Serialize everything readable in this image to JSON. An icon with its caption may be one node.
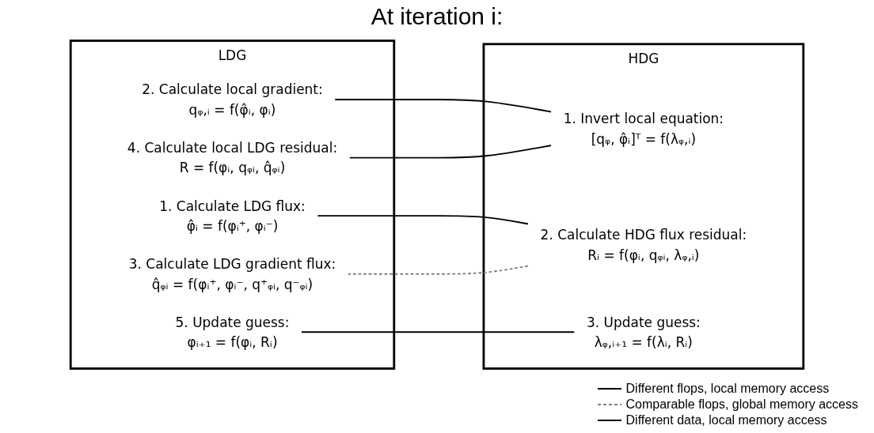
{
  "diagram": {
    "title": "At iteration i:",
    "nodes": [
      {
        "text": [
          "LDG"
        ]
      },
      {
        "text": [
          "1. Calculate LDG flux:",
          "φ̂ᵢ = f(φᵢ⁺, φᵢ⁻)"
        ],
        "in": 0
      },
      {
        "text": [
          "2. Calculate local gradient:",
          "qᵩ,ᵢ = f(φ̂ᵢ, φᵢ)"
        ],
        "in": 0
      },
      {
        "text": [
          "3. Calculate LDG gradient flux:",
          "q̂ᵩᵢ = f(φᵢ⁺, φᵢ⁻, q⁺ᵩᵢ, q⁻ᵩᵢ)"
        ],
        "in": 0
      },
      {
        "text": [
          "4. Calculate local LDG residual:",
          "R = f(φᵢ, qᵩᵢ, q̂ᵩᵢ)"
        ],
        "in": 0
      },
      {
        "text": [
          "5. Update guess:",
          "φᵢ₊₁ = f(φᵢ, Rᵢ)"
        ],
        "in": 0
      },
      {
        "text": [
          "HDG"
        ]
      },
      {
        "text": [
          "1. Invert local equation:",
          "[qᵩ, φ̂ᵢ]ᵀ = f(λᵩ,ᵢ)"
        ],
        "in": 6
      },
      {
        "text": [
          "2. Calculate HDG flux residual:",
          "Rᵢ = f(φᵢ, qᵩᵢ, λᵩ,ᵢ)"
        ],
        "in": 6
      },
      {
        "text": [
          "3. Update guess:",
          "λᵩ,ᵢ₊₁ = f(λᵢ, Rᵢ)"
        ],
        "in": 6
      }
    ],
    "edges": [
      {
        "from": 1,
        "to": 8,
        "arrow": "none"
      },
      {
        "from": 2,
        "to": 7,
        "arrow": "none"
      },
      {
        "from": 3,
        "to": 8,
        "arrow": "none",
        "style": "dashed",
        "color": "#808080"
      },
      {
        "from": 4,
        "to": 7,
        "arrow": "none"
      },
      {
        "from": 5,
        "to": 9,
        "arrow": "none"
      }
    ],
    "legend": [
      {
        "text": "Different flops, local memory access"
      },
      {
        "text": "Comparable flops, global memory access"
      },
      {
        "text": "Different data, local memory access"
      }
    ]
  }
}
